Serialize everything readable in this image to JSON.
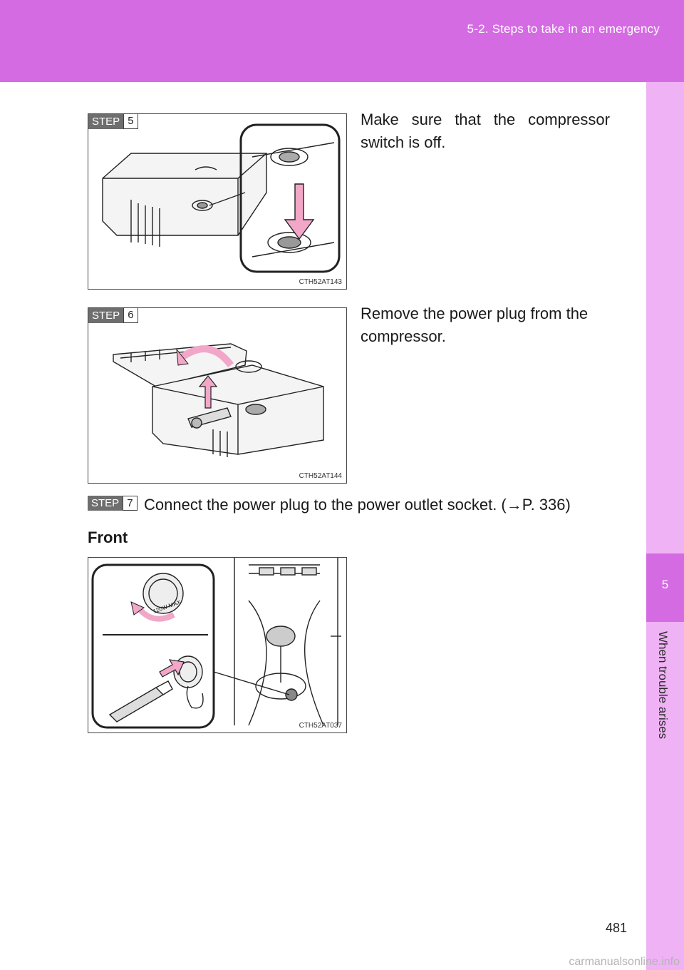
{
  "header": {
    "section": "5-2. Steps to take in an emergency"
  },
  "sidebar": {
    "chapter_number": "5",
    "chapter_title": "When trouble arises"
  },
  "steps": [
    {
      "word": "STEP",
      "number": "5",
      "text": "Make sure that the compressor switch is off.",
      "figure_code": "CTH52AT143"
    },
    {
      "word": "STEP",
      "number": "6",
      "text": "Remove the power plug from the compressor.",
      "figure_code": "CTH52AT144"
    },
    {
      "word": "STEP",
      "number": "7",
      "text": "Connect the power plug to the power outlet socket. (→P. 336)"
    }
  ],
  "front": {
    "heading": "Front",
    "figure_code": "CTH52AT037",
    "outlet_label": "120W MAX"
  },
  "page_number": "481",
  "watermark": "carmanualsonline.info"
}
